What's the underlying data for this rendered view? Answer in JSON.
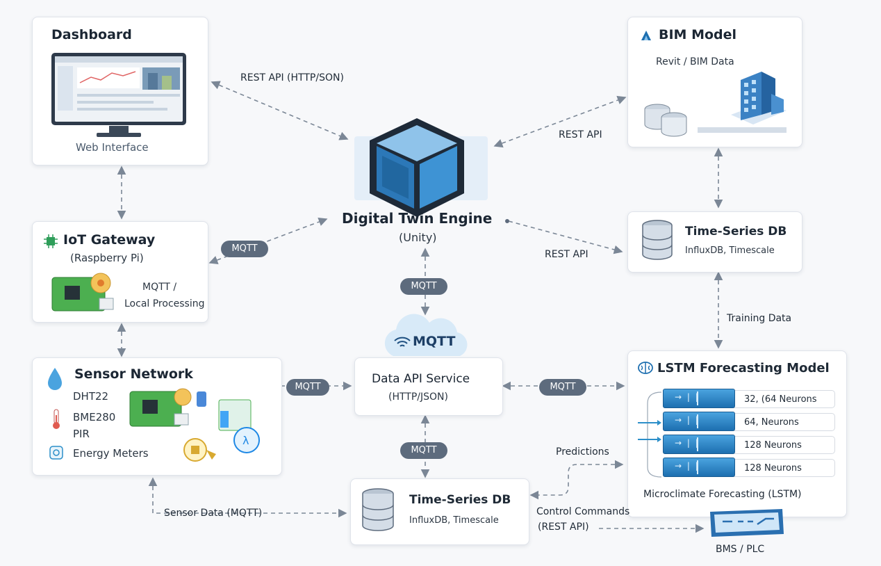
{
  "dashboard": {
    "title": "Dashboard",
    "subtitle": "Web Interface"
  },
  "bim": {
    "title": "BIM Model",
    "subtitle": "Revit / BIM Data"
  },
  "engine": {
    "title": "Digital Twin Engine",
    "subtitle": "(Unity)"
  },
  "gateway": {
    "title": "IoT Gateway",
    "subtitle": "(Raspberry Pi)",
    "note_1": "MQTT /",
    "note_2": "Local Processing"
  },
  "tsdb_top": {
    "title": "Time-Series DB",
    "subtitle": "InfluxDB, Timescale"
  },
  "sensor_network": {
    "title": "Sensor Network",
    "items": [
      "DHT22",
      "BME280",
      "PIR",
      "Energy Meters"
    ]
  },
  "cloud": {
    "label": "MQTT"
  },
  "api_service": {
    "title": "Data API Service",
    "subtitle": "(HTTP/JSON)"
  },
  "lstm": {
    "title": "LSTM Forecasting Model",
    "layers": [
      "32, (64 Neurons",
      "64, Neurons",
      "128 Neurons",
      "128 Neurons"
    ],
    "caption": "Microclimate Forecasting (LSTM)"
  },
  "tsdb_bottom": {
    "title": "Time-Series DB",
    "subtitle": "InfluxDB, Timescale"
  },
  "bms": {
    "label": "BMS / PLC"
  },
  "edge_labels": {
    "rest_json": "REST API (HTTP/SON)",
    "rest_bim": "REST API",
    "rest_tsdb": "REST API",
    "mqtt_gateway": "MQTT",
    "mqtt_engine": "MQTT",
    "mqtt_sensor": "MQTT",
    "mqtt_lstm": "MQTT",
    "mqtt_bottom": "MQTT",
    "training": "Training Data",
    "predictions": "Predictions",
    "sensor_data": "Sensor Data (MQTT)",
    "control_1": "Control Commands",
    "control_2": "(REST API)"
  },
  "colors": {
    "accent": "#1d6fb0",
    "pill": "#5d6b7d",
    "arrow": "#7b8796"
  }
}
